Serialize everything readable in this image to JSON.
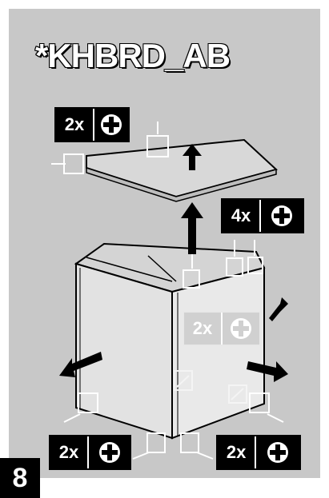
{
  "title": "*KHBRD_AB",
  "step_number": "8",
  "badges": {
    "top_left": {
      "count": "2x",
      "icon": "screwdriver-icon"
    },
    "right_upper": {
      "count": "4x",
      "icon": "screwdriver-icon"
    },
    "right_faded": {
      "count": "2x",
      "icon": "screwdriver-icon"
    },
    "bottom_left": {
      "count": "2x",
      "icon": "screwdriver-icon"
    },
    "bottom_right": {
      "count": "2x",
      "icon": "screwdriver-icon"
    }
  },
  "colors": {
    "panel": "#c8c8c8",
    "ink": "#000000",
    "highlight": "#ffffff",
    "faded": "#d0d0d0"
  }
}
